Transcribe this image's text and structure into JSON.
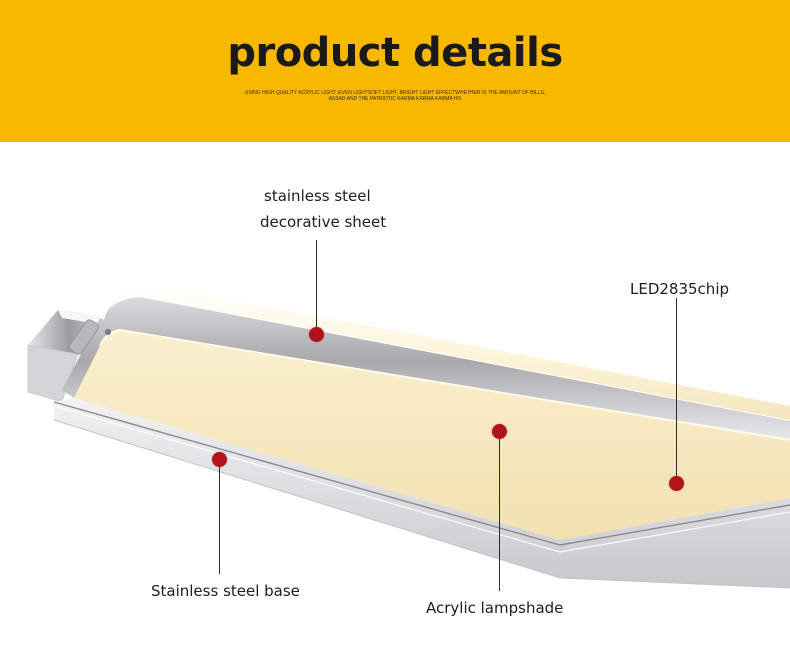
{
  "banner": {
    "title": "product details",
    "subtitle": "USING HIGH QUALITY ACRYLIC LIGHT, EVEN LIGHTSOFT LIGHT, BRIGHT LIGHT EFFECTWHETHER IS THE AMOUNT OF BILLS, ASSAD AND THE PATRIOTIC KARMA KARMA KARMA HO",
    "background_color": "#f8b800"
  },
  "callouts": {
    "steel_sheet_line1": "stainless steel",
    "steel_sheet_line2": "decorative sheet",
    "led_chip": "LED2835chip",
    "steel_base": "Stainless steel base",
    "acrylic_shade": "Acrylic lampshade",
    "marker_color": "#b3121b"
  }
}
